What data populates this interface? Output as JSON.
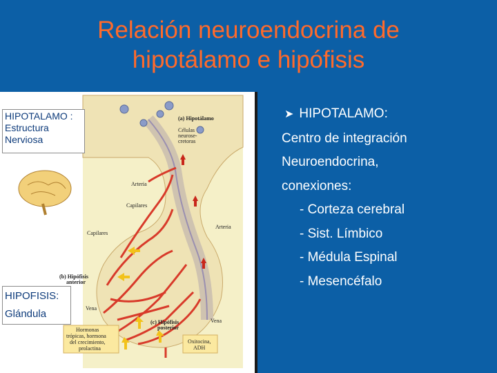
{
  "slide": {
    "title_line1": "Relación neuroendocrina de",
    "title_line2": "hipotálamo e hipófisis",
    "colors": {
      "background": "#0c5fa6",
      "title": "#ff6a2b",
      "text": "#ffffff"
    }
  },
  "left_boxes": {
    "hipotalamo": "HIPOTALAMO : Estructura Nerviosa",
    "hipofisis_line1": "HIPOFISIS:",
    "hipofisis_line2": "Glándula"
  },
  "diagram_labels": {
    "hipotalamo": "(a) Hipotálamo",
    "celulas": [
      "Células",
      "neurose-",
      "cretoras"
    ],
    "arteria_1": "Arteria",
    "capilares_1": "Capilares",
    "arteria_2": "Arteria",
    "capilares_2": "Capilares",
    "hipofisis_anterior": [
      "(b) Hipófisis",
      "anterior"
    ],
    "hipofisis_posterior": [
      "(c) Hipófisis",
      "posterior"
    ],
    "vena_1": "Vena",
    "vena_2": "Vena",
    "hormonas": [
      "Hormonas",
      "trópicas, hormona",
      "del crecimiento,",
      "prolactina"
    ],
    "oxitocina": [
      "Oxitocina,",
      "ADH"
    ]
  },
  "bullets": {
    "header": "HIPOTALAMO:",
    "line2": "Centro de integración",
    "line3": "Neuroendocrina,",
    "line4": "conexiones:",
    "items": [
      "- Corteza cerebral",
      "- Sist. Límbico",
      "- Médula Espinal",
      "- Mesencéfalo"
    ]
  }
}
